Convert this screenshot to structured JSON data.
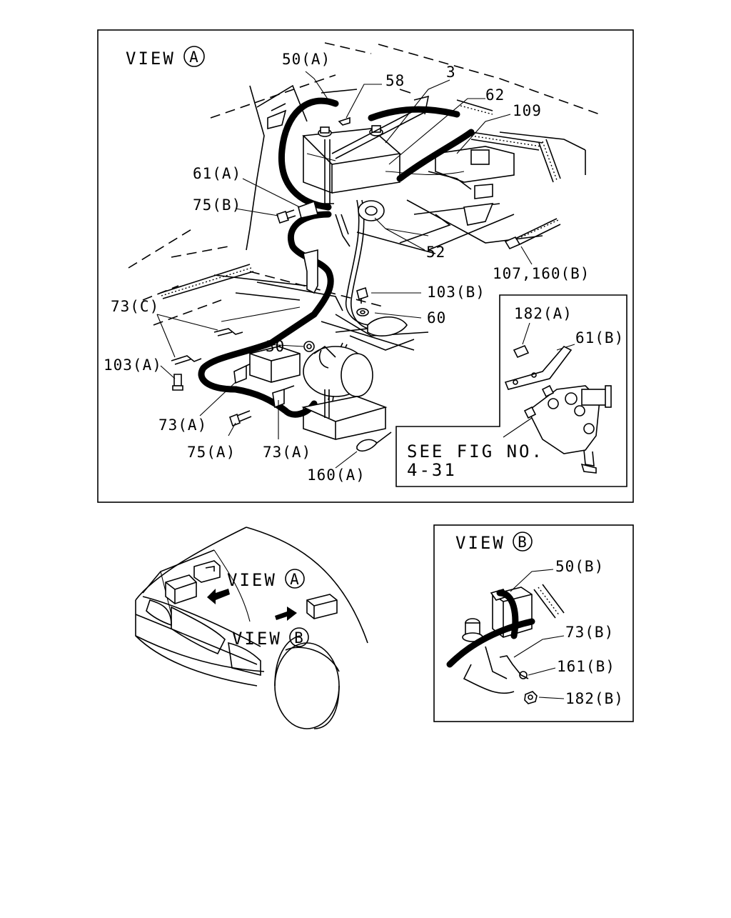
{
  "view_a": {
    "title_text": "VIEW",
    "title_mark": "A",
    "labels": {
      "p50a": "50(A)",
      "p58": "58",
      "p3": "3",
      "p62": "62",
      "p109": "109",
      "p61a": "61(A)",
      "p75b": "75(B)",
      "p52": "52",
      "p107_160b": "107,160(B)",
      "p103b": "103(B)",
      "p60": "60",
      "p73c": "73(C)",
      "p30": "30",
      "p103a": "103(A)",
      "p73a_1": "73(A)",
      "p75a": "75(A)",
      "p73a_2": "73(A)",
      "p160a": "160(A)"
    },
    "inset": {
      "p182a": "182(A)",
      "p61b": "61(B)",
      "see_fig_line1": "SEE FIG NO.",
      "see_fig_line2": "4-31"
    }
  },
  "overview": {
    "view_a_text": "VIEW",
    "view_a_mark": "A",
    "view_b_text": "VIEW",
    "view_b_mark": "B"
  },
  "view_b": {
    "title_text": "VIEW",
    "title_mark": "B",
    "labels": {
      "p50b": "50(B)",
      "p73b": "73(B)",
      "p161b": "161(B)",
      "p182b": "182(B)"
    }
  }
}
